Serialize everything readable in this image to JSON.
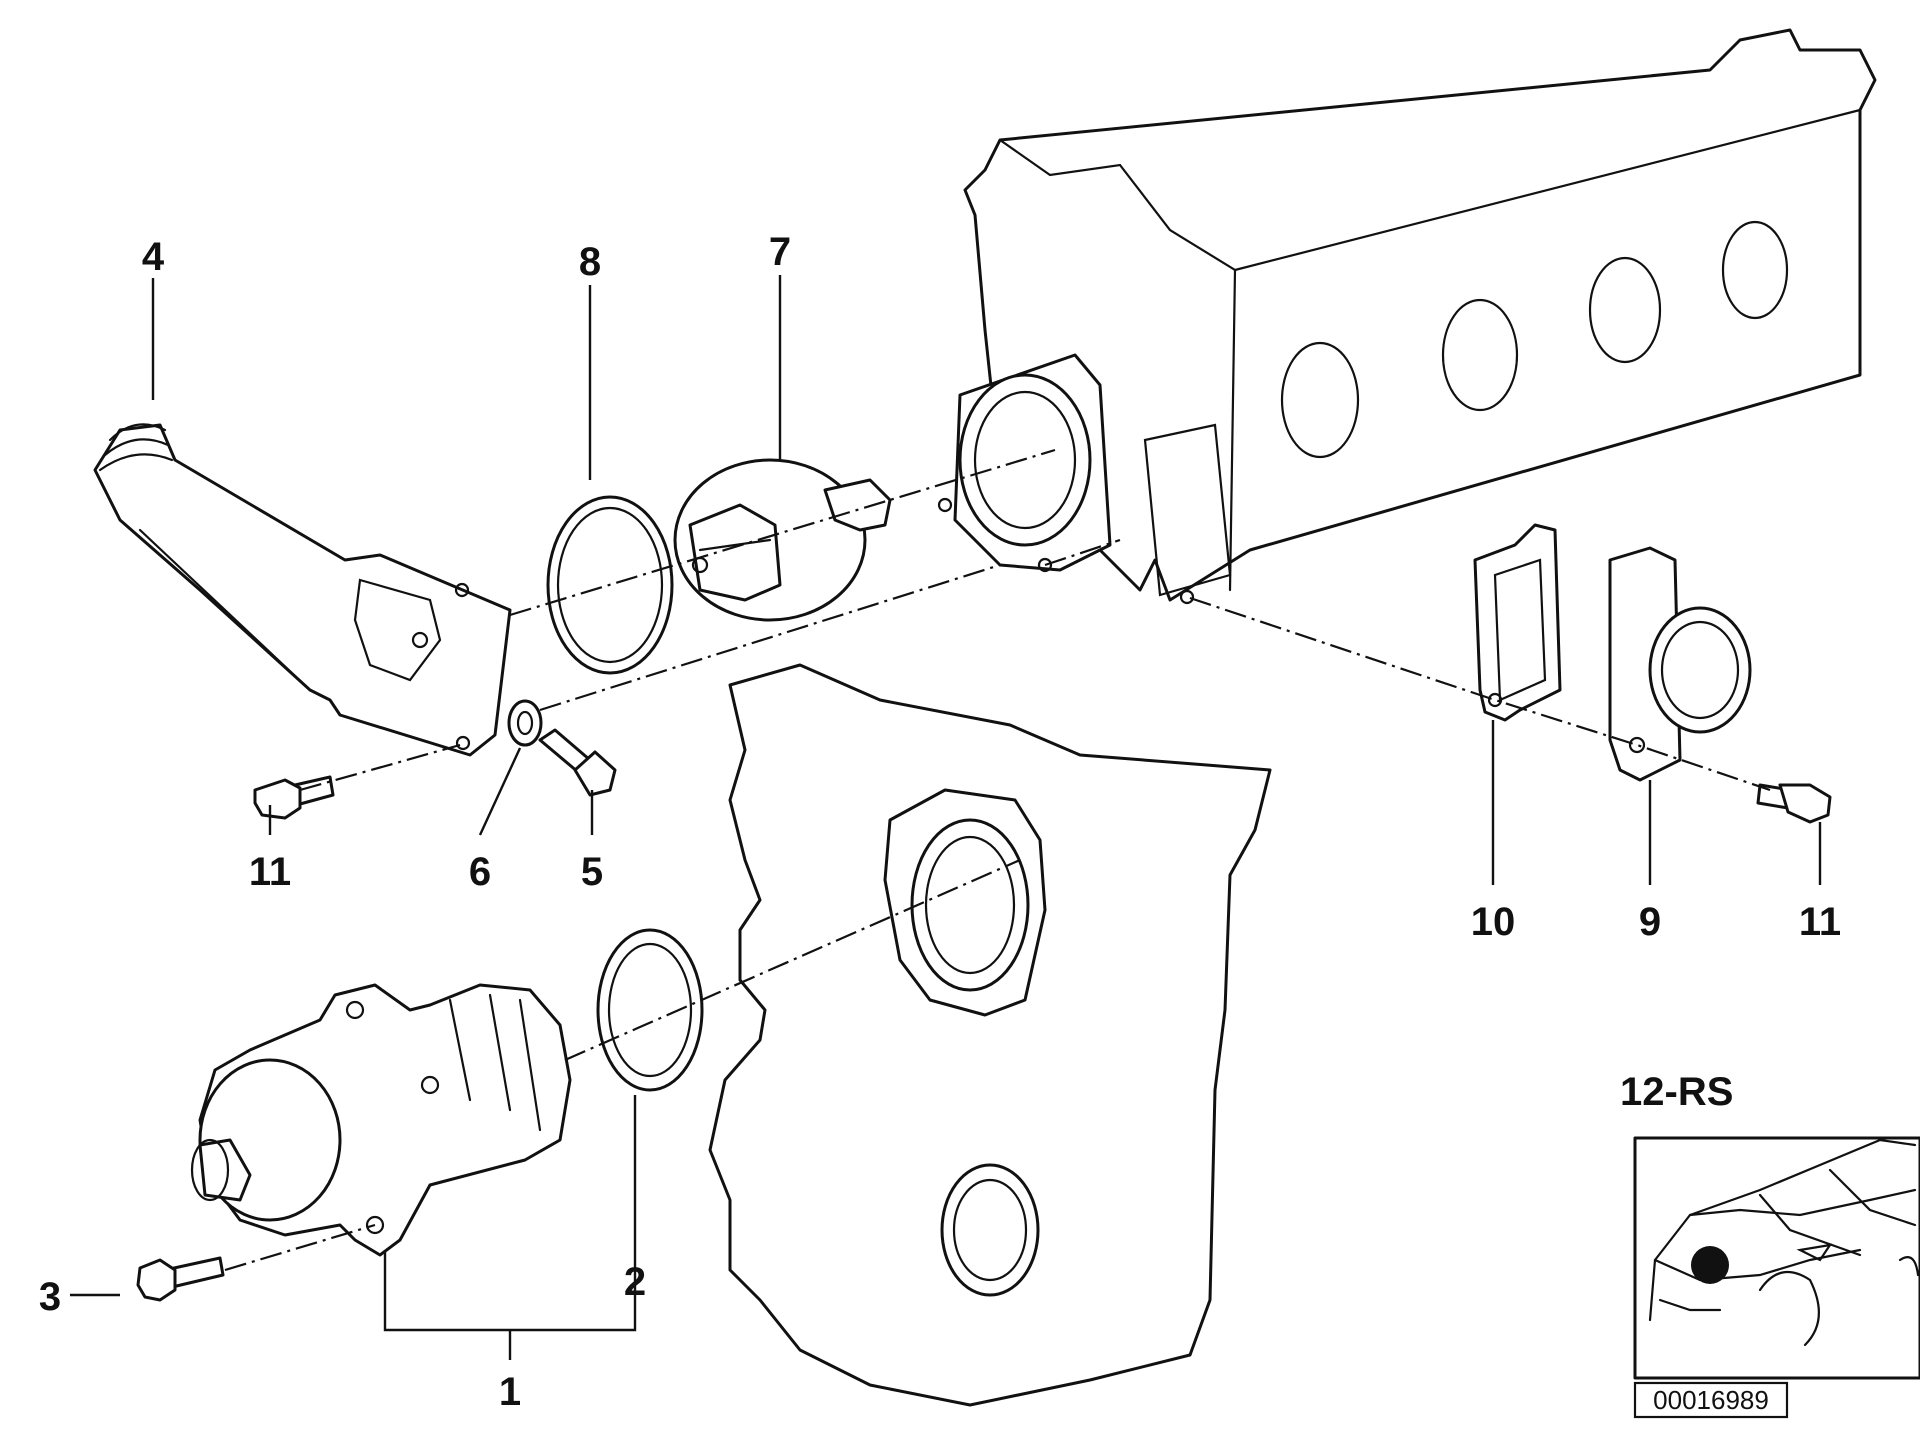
{
  "callouts": {
    "c1": "1",
    "c2": "2",
    "c3": "3",
    "c4": "4",
    "c5": "5",
    "c6": "6",
    "c7": "7",
    "c8": "8",
    "c9": "9",
    "c10": "10",
    "c11a": "11",
    "c11b": "11"
  },
  "inset": {
    "model_code": "12-RS"
  },
  "diagram_id": "00016989",
  "colors": {
    "line": "#111111",
    "background": "#ffffff"
  }
}
